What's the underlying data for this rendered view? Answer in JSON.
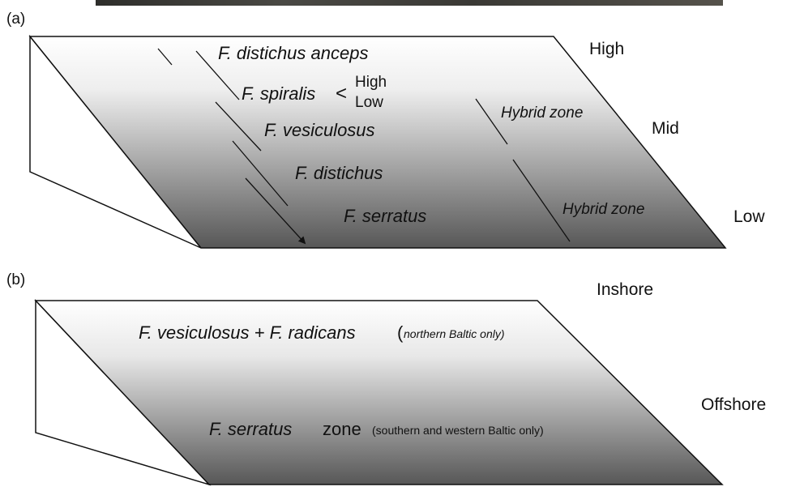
{
  "panel_a": {
    "label": "(a)",
    "zones": {
      "high": "High",
      "mid": "Mid",
      "low": "Low"
    },
    "species": {
      "anceps": "F. distichus anceps",
      "spiralis": "F. spiralis",
      "spiralis_bracket": "<",
      "spiralis_high": "High",
      "spiralis_low": "Low",
      "vesiculosus": "F. vesiculosus",
      "distichus": "F. distichus",
      "serratus": "F. serratus"
    },
    "hybrid_upper": "Hybrid zone",
    "hybrid_lower": "Hybrid zone"
  },
  "panel_b": {
    "label": "(b)",
    "inshore": "Inshore",
    "offshore": "Offshore",
    "upper_species": "F. vesiculosus + F. radicans",
    "upper_open": "(",
    "upper_note": "northern Baltic only)",
    "lower_species": "F. serratus",
    "lower_zone": "zone",
    "lower_note": "(southern and western Baltic only)"
  },
  "colors": {
    "photo_strip": "#3a3a36",
    "slope_top": "#ffffff",
    "slope_bottom": "#555555",
    "outline": "#111111"
  }
}
